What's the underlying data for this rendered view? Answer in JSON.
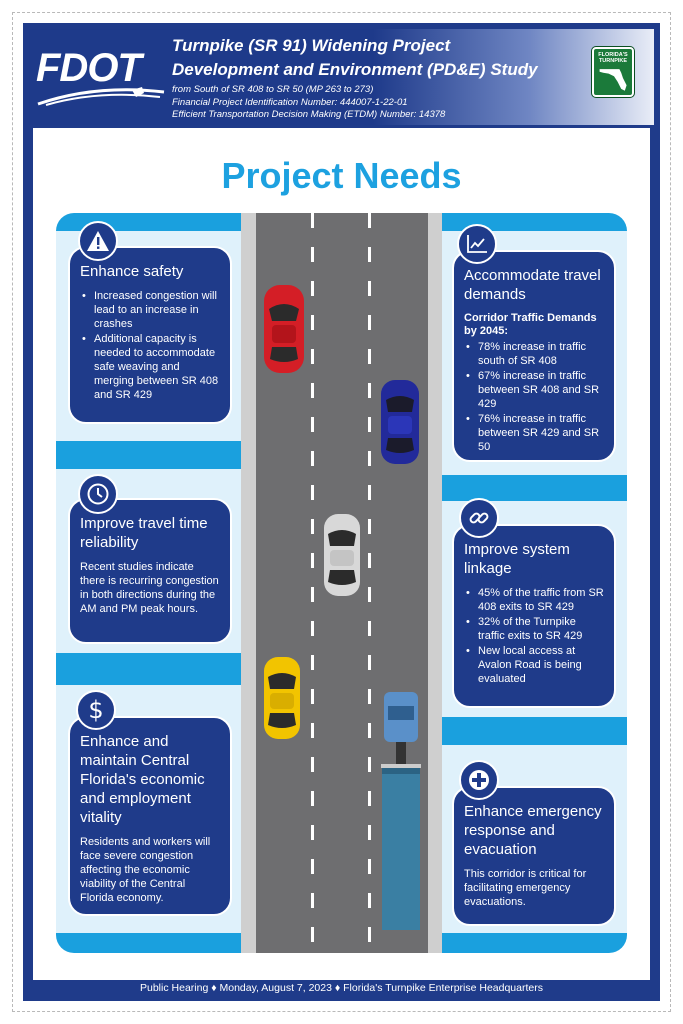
{
  "header": {
    "logo_text": "FDOT",
    "title_line1": "Turnpike (SR 91) Widening Project",
    "title_line2": "Development and Environment (PD&E) Study",
    "sub_line1": "from South of SR 408 to SR 50 (MP 263 to 273)",
    "sub_line2": "Financial Project Identification Number: 444007-1-22-01",
    "sub_line3": "Efficient Transportation Decision Making (ETDM) Number: 14378",
    "turnpike_logo_text": "FLORIDA'S TURNPIKE"
  },
  "page_title": "Project Needs",
  "cards": {
    "safety": {
      "icon": "warning-icon",
      "title": "Enhance safety",
      "bullets": [
        "Increased congestion will lead to an increase in crashes",
        "Additional capacity is needed to accommodate safe weaving and merging between SR 408 and SR 429"
      ]
    },
    "travel_time": {
      "icon": "clock-icon",
      "title": "Improve travel time reliability",
      "text": "Recent studies indicate there is recurring congestion in both directions during the AM and PM peak hours."
    },
    "economic": {
      "icon": "dollar-icon",
      "title": "Enhance and maintain Central Florida's economic and employment vitality",
      "text": "Residents and workers will face severe congestion affecting the economic viability of the Central Florida economy."
    },
    "demands": {
      "icon": "chart-icon",
      "title": "Accommodate travel demands",
      "sub_head": "Corridor Traffic Demands by 2045:",
      "bullets": [
        "78% increase in traffic south of SR 408",
        "67% increase in traffic between SR 408 and SR 429",
        "76% increase in traffic between SR 429 and SR 50"
      ]
    },
    "linkage": {
      "icon": "link-icon",
      "title": "Improve system linkage",
      "bullets": [
        "45% of the traffic from SR 408 exits to SR 429",
        "32% of the Turnpike traffic exits to SR 429",
        "New local access at Avalon Road is being evaluated"
      ]
    },
    "emergency": {
      "icon": "medical-cross-icon",
      "title": "Enhance emergency response and evacuation",
      "text": "This corridor is critical for facilitating emergency evacuations."
    }
  },
  "footer": "Public Hearing ♦ Monday, August 7, 2023 ♦ Florida's Turnpike Enterprise Headquarters",
  "colors": {
    "navy": "#1f3b8a",
    "accent_blue": "#1aa0de",
    "light_blue": "#dff1fb",
    "road": "#6e6e70",
    "turnpike_green": "#1b7a3a"
  }
}
